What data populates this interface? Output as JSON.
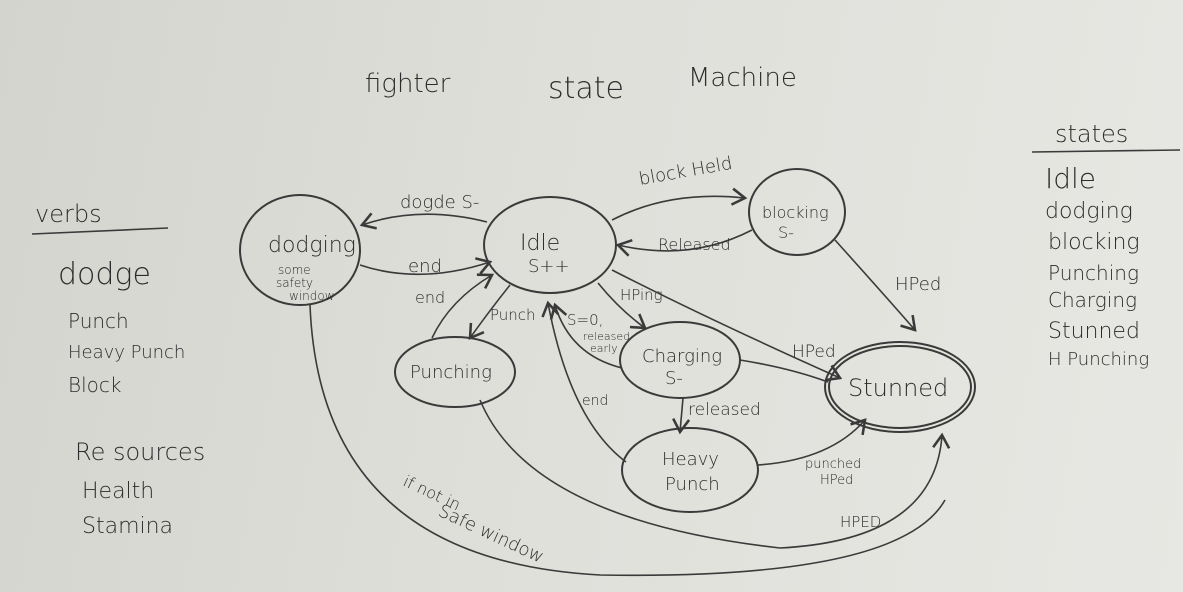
{
  "title": {
    "word1": "fighter",
    "word2": "state",
    "word3": "Machine"
  },
  "verbs": {
    "heading": "verbs",
    "items": [
      "dodge",
      "Punch",
      "Heavy Punch",
      "Block"
    ]
  },
  "resources": {
    "heading": "Re sources",
    "items": [
      "Health",
      "Stamina"
    ]
  },
  "states_list": {
    "heading": "states",
    "items": [
      "Idle",
      "dodging",
      "blocking",
      "Punching",
      "Charging",
      "Stunned",
      "H Punching"
    ]
  },
  "nodes": {
    "dodging": {
      "label": "dodging",
      "note1": "some",
      "note2": "safety",
      "note3": "window"
    },
    "idle": {
      "label": "Idle",
      "note": "S++"
    },
    "blocking": {
      "label": "blocking",
      "note": "S-"
    },
    "punching": {
      "label": "Punching"
    },
    "charging": {
      "label": "Charging",
      "note": "S-"
    },
    "stunned": {
      "label": "Stunned"
    },
    "heavy_punch": {
      "label1": "Heavy",
      "label2": "Punch"
    }
  },
  "edges": {
    "dodge": "dogde S-",
    "dodge_end": "end",
    "punch_end": "end",
    "punch": "Punch",
    "block_held": "block Held",
    "released": "Released",
    "hped_block": "HPed",
    "hping": "HPing",
    "s0": "S=0,",
    "released_early1": "released",
    "released_early2": "early",
    "hped_idle": "HPed",
    "charge_released": "released",
    "heavy_end": "end",
    "punched_hped1": "punched",
    "punched_hped2": "HPed",
    "hped_bottom": "HPED",
    "not_safe1": "if not in",
    "not_safe2": "Safe window"
  }
}
